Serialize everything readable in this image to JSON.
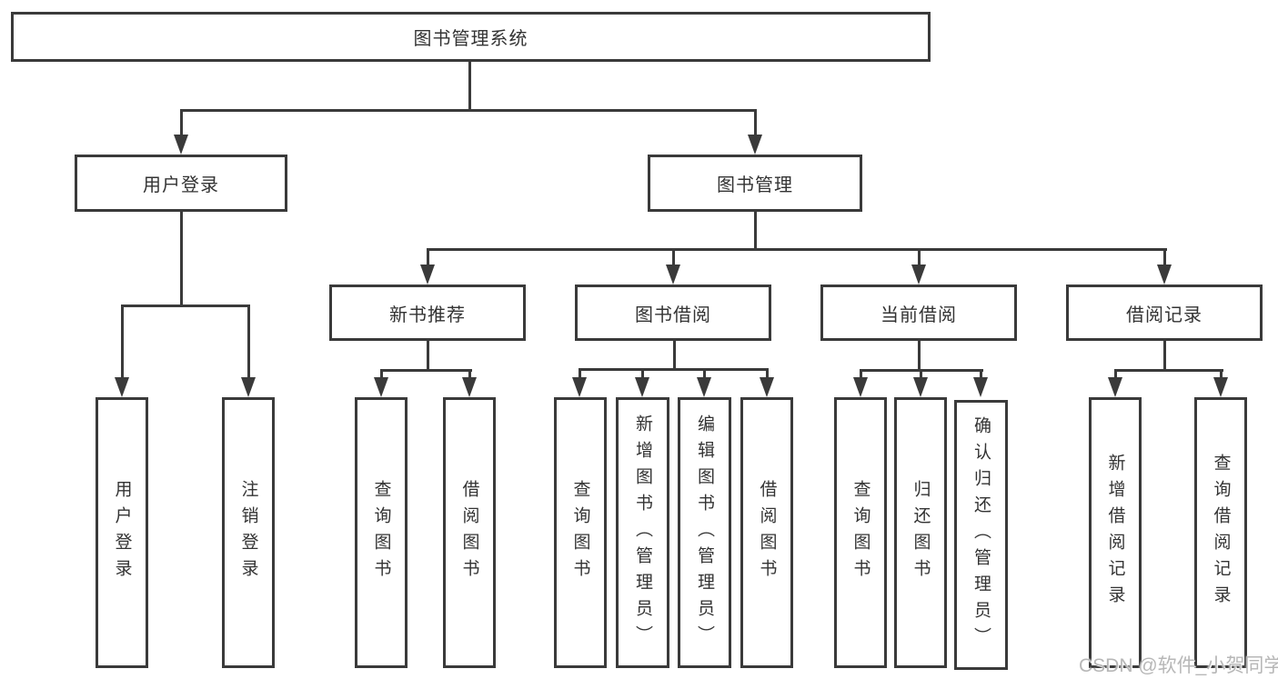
{
  "diagram": {
    "root": {
      "label": "图书管理系统"
    },
    "branches": [
      {
        "label": "用户登录",
        "children": [
          {
            "label": "用户登录"
          },
          {
            "label": "注销登录"
          }
        ]
      },
      {
        "label": "图书管理",
        "children": [
          {
            "label": "新书推荐",
            "children": [
              {
                "label": "查询图书"
              },
              {
                "label": "借阅图书"
              }
            ]
          },
          {
            "label": "图书借阅",
            "children": [
              {
                "label": "查询图书"
              },
              {
                "label": "新增图书（管理员）"
              },
              {
                "label": "编辑图书（管理员）"
              },
              {
                "label": "借阅图书"
              }
            ]
          },
          {
            "label": "当前借阅",
            "children": [
              {
                "label": "查询图书"
              },
              {
                "label": "归还图书"
              },
              {
                "label": "确认归还（管理员）"
              }
            ]
          },
          {
            "label": "借阅记录",
            "children": [
              {
                "label": "新增借阅记录"
              },
              {
                "label": "查询借阅记录"
              }
            ]
          }
        ]
      }
    ],
    "watermark": "CSDN @软件_小贺同学",
    "colors": {
      "line": "#3a3a3a",
      "text": "#333333",
      "watermark": "#b7b7b7",
      "background": "#ffffff"
    }
  }
}
